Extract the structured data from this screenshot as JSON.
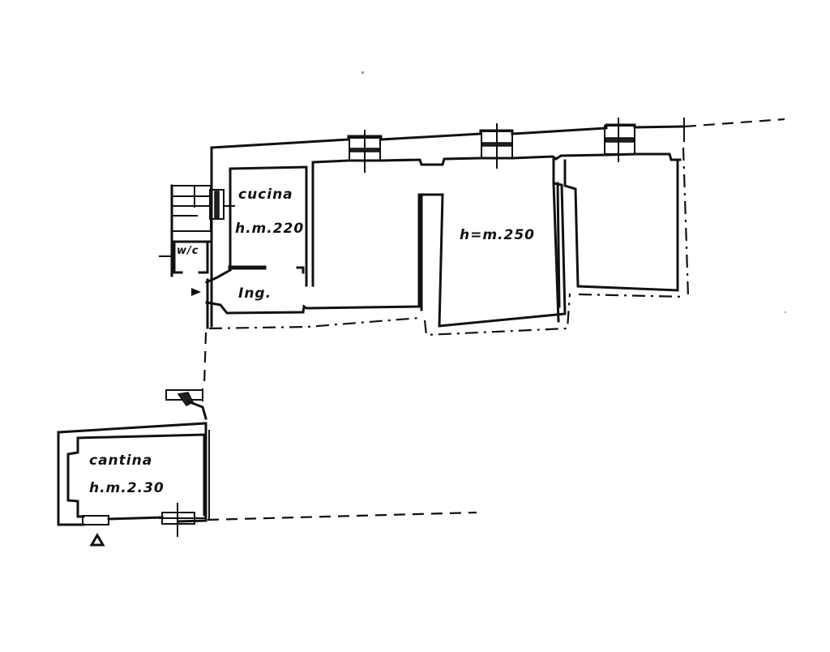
{
  "plan": {
    "type": "floor-plan",
    "rooms": [
      {
        "id": "cucina",
        "name": "cucina",
        "height": "h.m.220"
      },
      {
        "id": "ingresso",
        "name": "Ing."
      },
      {
        "id": "wc",
        "name": "w/c"
      },
      {
        "id": "main",
        "height": "h=m.250"
      },
      {
        "id": "cantina",
        "name": "cantina",
        "height": "h.m.2.30"
      }
    ],
    "symbols": {
      "entrance_marker": "triangle-arrow",
      "north_marker": "triangle"
    }
  }
}
